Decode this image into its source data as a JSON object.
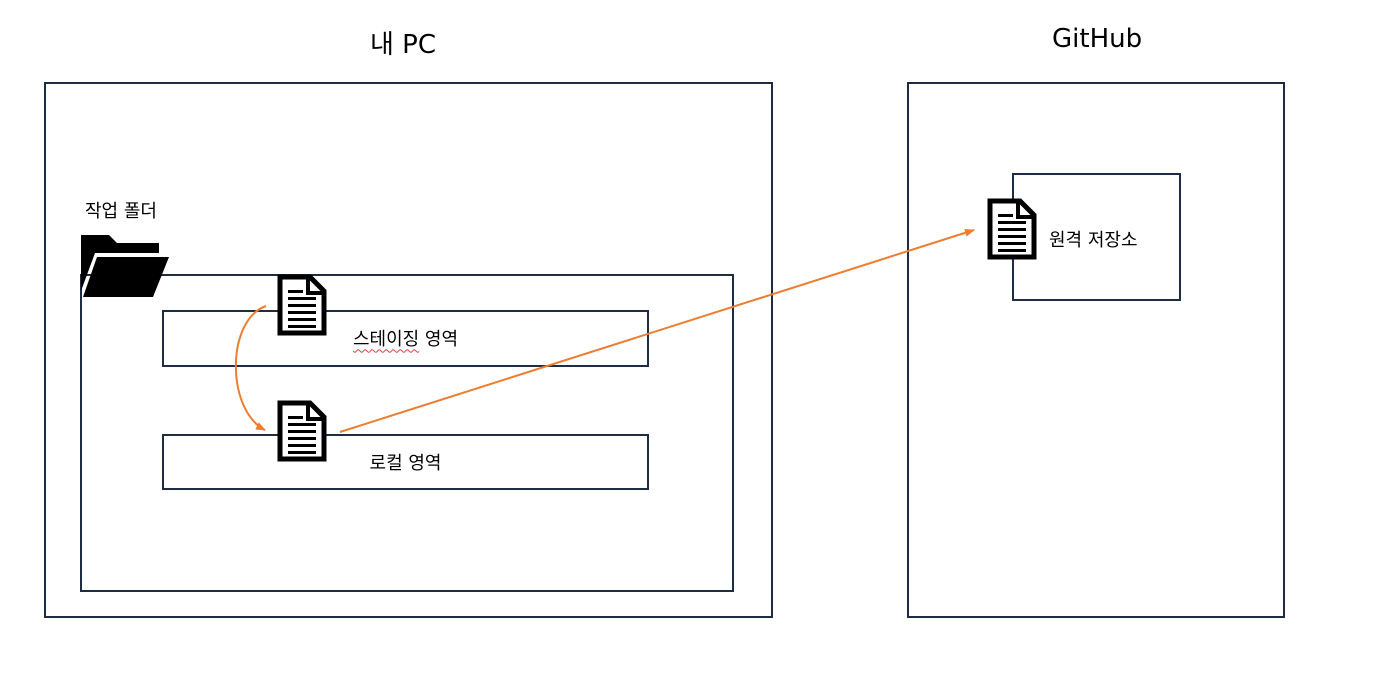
{
  "pc": {
    "title": "내 PC",
    "working_folder": {
      "label": "작업 폴더",
      "icon": "folder-icon"
    },
    "staging_area": {
      "label_word1": "스테이징",
      "label_word2": " 영역",
      "icon": "document-icon"
    },
    "local_area": {
      "label": "로컬 영역",
      "icon": "document-icon"
    }
  },
  "github": {
    "title": "GitHub",
    "remote_repo": {
      "label": "원격 저장소",
      "icon": "document-icon"
    }
  },
  "colors": {
    "border": "#1f2d44",
    "arrow": "#ed7d31",
    "spellcheck_underline": "#e0403c"
  }
}
